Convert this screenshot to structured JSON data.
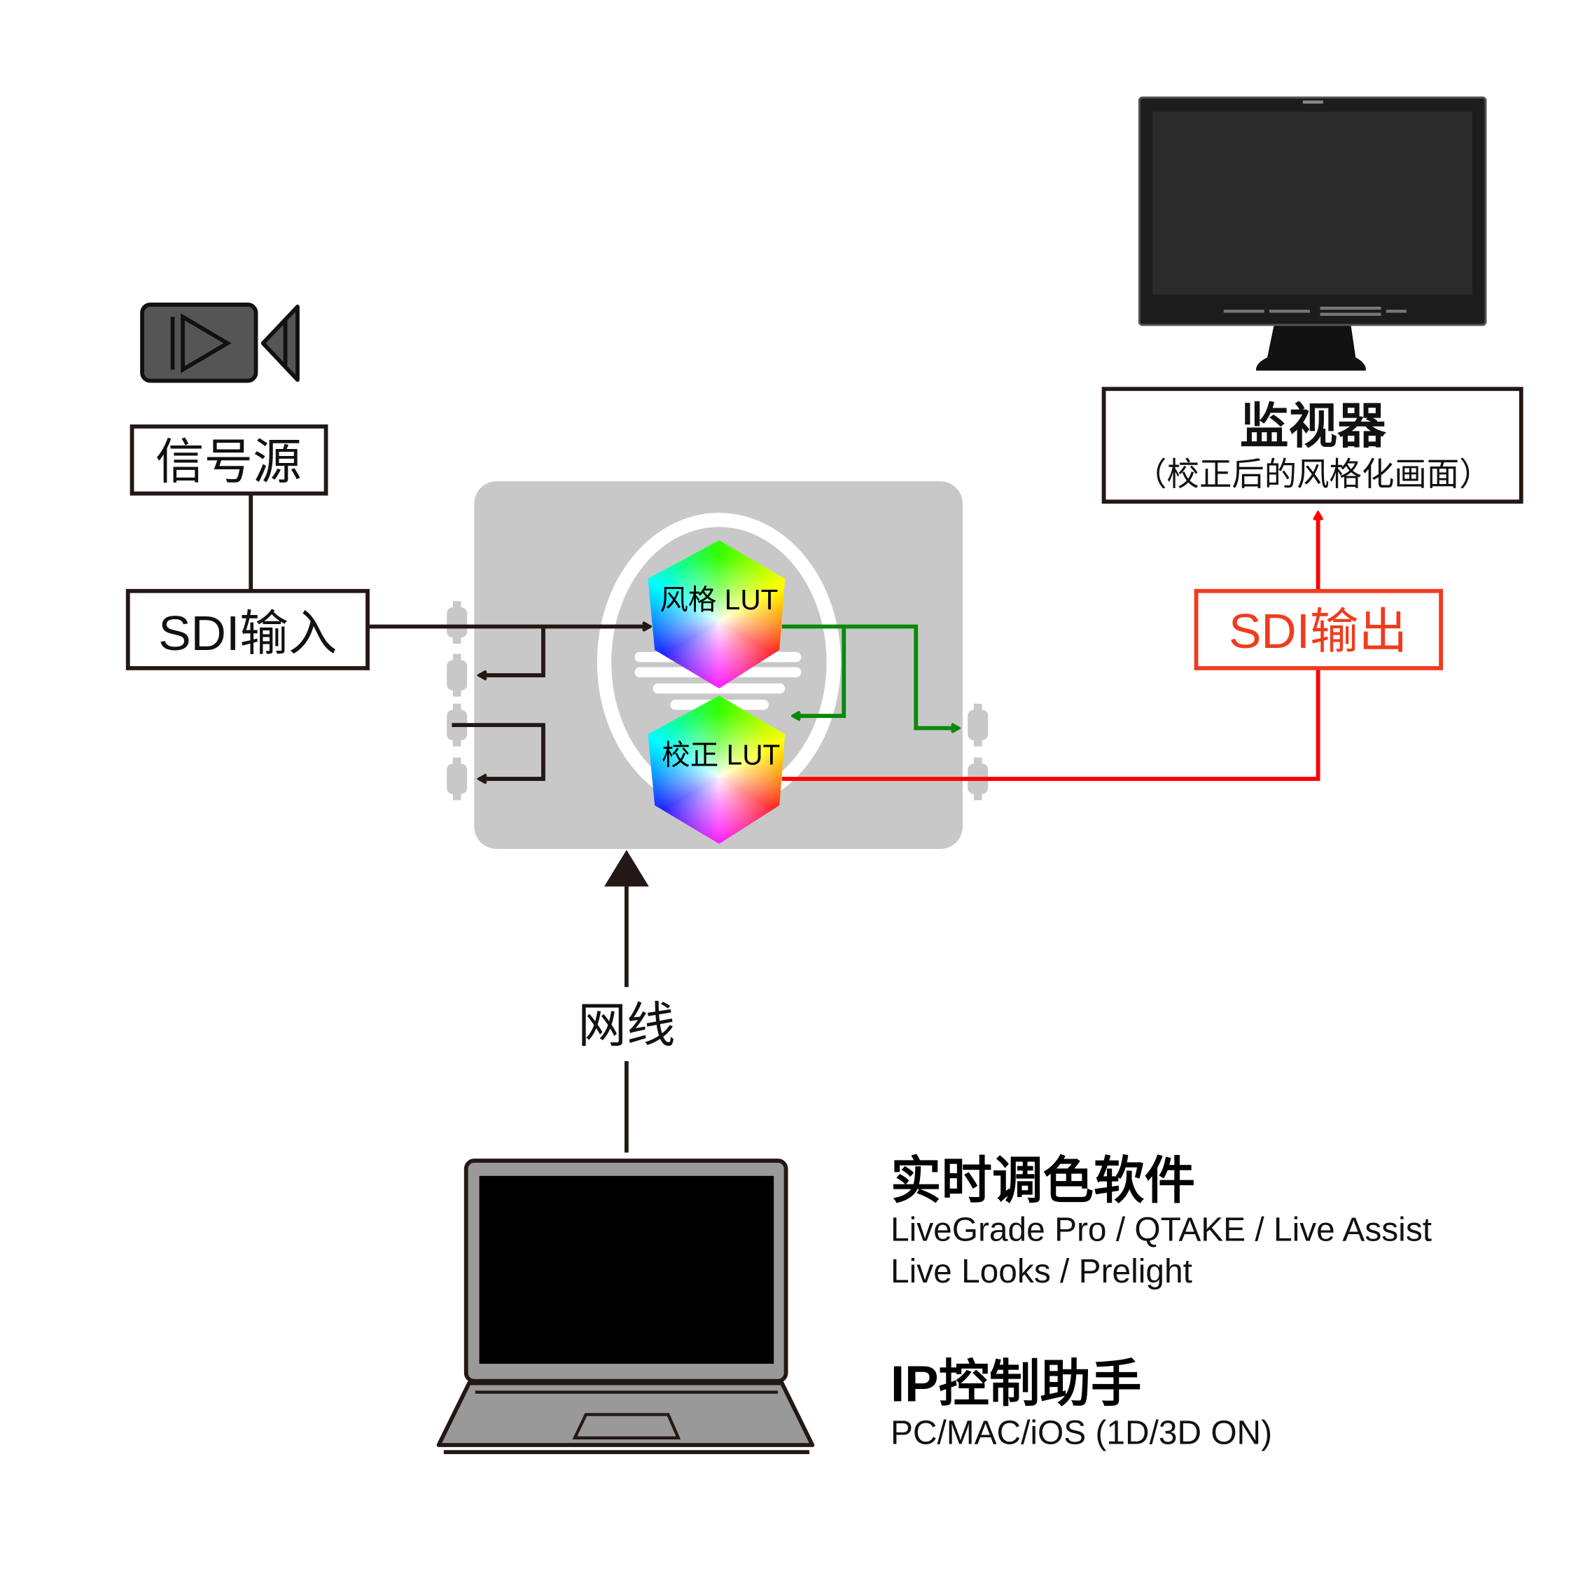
{
  "source": {
    "label": "信号源",
    "icon": "video-camera-icon"
  },
  "sdi_in": {
    "label": "SDI输入"
  },
  "sdi_out": {
    "label": "SDI输出"
  },
  "device": {
    "lut_style": "风格 LUT",
    "lut_correct": "校正 LUT"
  },
  "monitor": {
    "title": "监视器",
    "subtitle": "（校正后的风格化画面）"
  },
  "network": {
    "label": "网线"
  },
  "software": {
    "title": "实时调色软件",
    "line1": "LiveGrade Pro / QTAKE / Live Assist",
    "line2": "Live Looks / Prelight"
  },
  "ip_control": {
    "title": "IP控制助手",
    "subtitle": "PC/MAC/iOS (1D/3D ON)"
  },
  "colors": {
    "black_line": "#231815",
    "green_line": "#0a8a0a",
    "red_line": "#ff0000",
    "sdi_out": "#f03c1e",
    "device": "#c8c8c8"
  }
}
